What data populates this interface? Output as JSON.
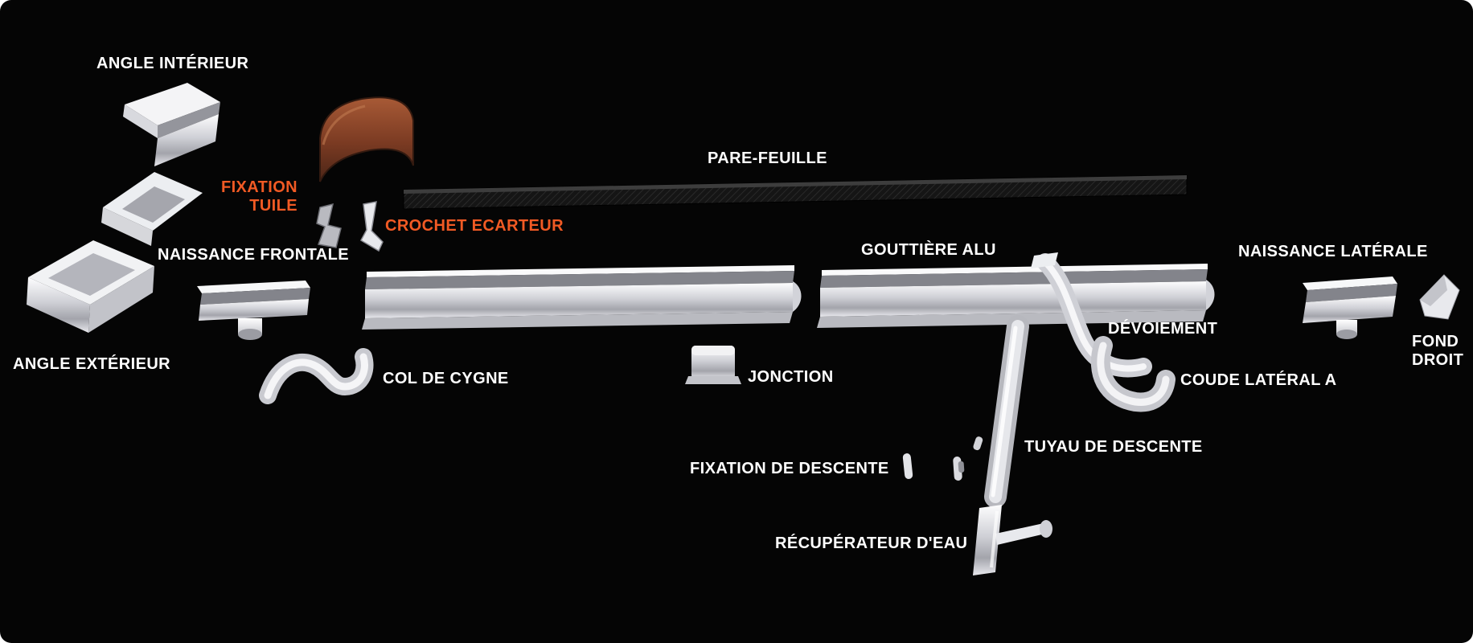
{
  "diagram": {
    "name": "Gutter system exploded components diagram",
    "background": "#050505",
    "text_color": "#ffffff",
    "accent_orange": "#f15a24",
    "labels": {
      "angle_interieur": "ANGLE INTÉRIEUR",
      "fixation_tuile": "FIXATION TUILE",
      "crochet_ecarteur": "CROCHET ECARTEUR",
      "pare_feuille": "PARE-FEUILLE",
      "naissance_frontale": "NAISSANCE FRONTALE",
      "angle_exterieur": "ANGLE EXTÉRIEUR",
      "col_de_cygne": "COL DE CYGNE",
      "jonction": "JONCTION",
      "gouttiere_alu": "GOUTTIÈRE ALU",
      "naissance_laterale": "NAISSANCE LATÉRALE",
      "devoiement": "DÉVOIEMENT",
      "coude_lateral_a": "COUDE LATÉRAL A",
      "fond_droit": "FOND DROIT",
      "tuyau_de_descente": "TUYAU DE DESCENTE",
      "fixation_de_descente": "FIXATION DE DESCENTE",
      "recuperateur_deau": "RÉCUPÉRATEUR D'EAU"
    }
  }
}
